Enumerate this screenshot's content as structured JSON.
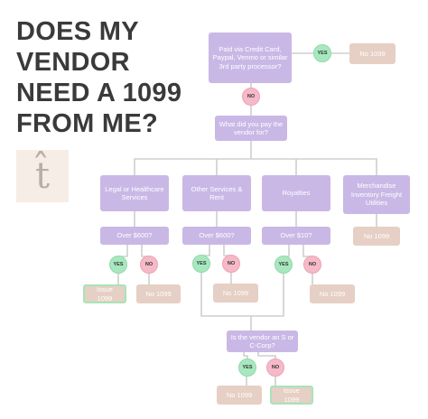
{
  "title": {
    "line1": "DOES MY",
    "line2": "VENDOR",
    "line3": "NEED A 1099",
    "line4": "FROM ME?"
  },
  "logo": {
    "glyph": "t̂"
  },
  "flow": {
    "q_paid_via": "Paid via Credit Card, Paypal, Venmo or similar 3rd party processor?",
    "yes_label": "YES",
    "no_label": "NO",
    "no_1099": "No 1099",
    "issue_1099": "Issue 1099",
    "q_what_paid": "What did you pay the vendor for?",
    "cat_legal": "Legal or Healthcare Services",
    "cat_other": "Other Services & Rent",
    "cat_royalties": "Royalties",
    "cat_merch": "Merchandise Inventory Freight Utilities",
    "q_over_600": "Over $600?",
    "q_over_10": "Over $10?",
    "q_corp": "Is the vendor an S or C-Corp?"
  },
  "colors": {
    "decision_fill": "#c9b8e6",
    "result_fill": "#e6cfc4",
    "yes_fill": "#a8e8bf",
    "no_fill": "#f6b9c8",
    "connector": "#cfcfcf"
  }
}
